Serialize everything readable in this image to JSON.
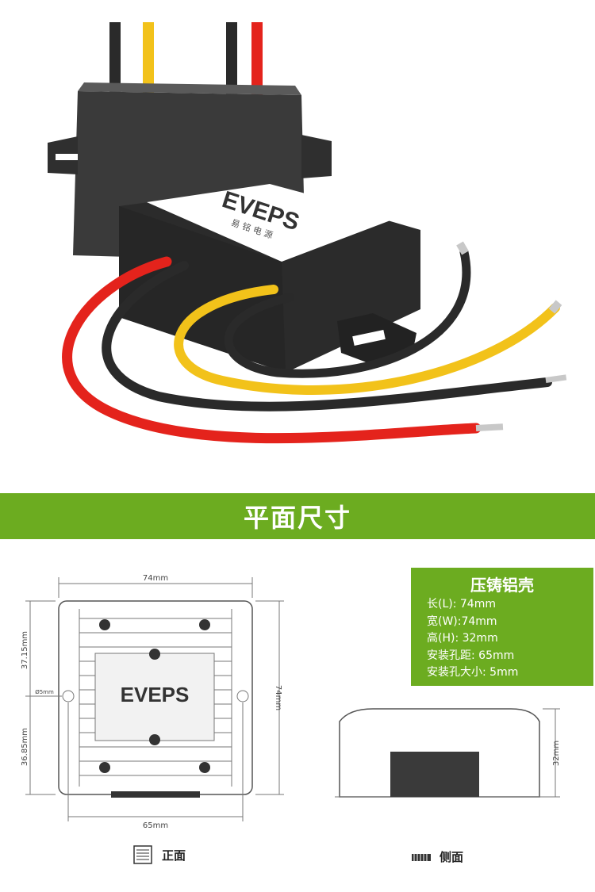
{
  "product": {
    "brand_logo": "EVEPS",
    "brand_sub": "易 铭 电 源"
  },
  "section_title": "平面尺寸",
  "dimensions": {
    "top_width": "74mm",
    "left_upper": "37.15mm",
    "left_lower": "36.85mm",
    "hole": "Ø5mm",
    "right_height": "74mm",
    "bottom_width": "65mm",
    "side_height": "32mm"
  },
  "spec": {
    "title": "压铸铝壳",
    "rows": [
      "长(L): 74mm",
      "宽(W):74mm",
      "高(H): 32mm",
      "安装孔距: 65mm",
      "安装孔大小: 5mm"
    ]
  },
  "captions": {
    "front": "正面",
    "side": "侧面"
  },
  "colors": {
    "banner": "#6cac20",
    "wire_red": "#e4231c",
    "wire_yellow": "#f2c21a",
    "wire_black": "#2a2a2a",
    "housing": "#2f2f2f"
  }
}
